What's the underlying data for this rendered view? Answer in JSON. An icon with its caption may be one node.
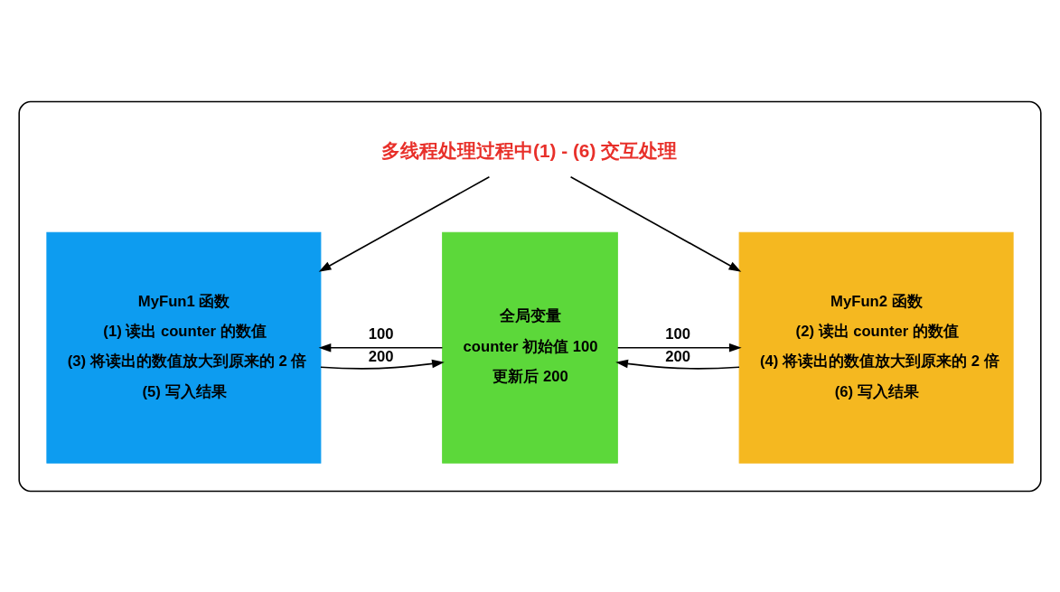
{
  "diagram": {
    "nodes": [
      {
        "text": [],
        "shape": "box"
      },
      {
        "text": [
          "多线程处理过程中(1) - (6) 交互处理"
        ],
        "in": 0
      },
      {
        "text": [
          "MyFun1 函数",
          "(1) 读出 counter 的数值",
          "(3) 将读出的数值放大到原来的 2 倍",
          "(5) 写入结果"
        ],
        "in": 0
      },
      {
        "text": [
          "全局变量",
          "counter 初始值 100",
          "更新后 200"
        ],
        "in": 0
      },
      {
        "text": [
          "MyFun2 函数",
          "(2) 读出 counter 的数值",
          "(4) 将读出的数值放大到原来的 2 倍",
          "(6) 写入结果"
        ],
        "in": 0
      }
    ],
    "edges": [
      {
        "from": 1,
        "to": 2,
        "arrow": "to"
      },
      {
        "from": 1,
        "to": 4,
        "arrow": "to"
      },
      {
        "from": 3,
        "to": 2,
        "arrow": "to",
        "label": "100"
      },
      {
        "from": 2,
        "to": 3,
        "arrow": "to",
        "label": "200"
      },
      {
        "from": 3,
        "to": 4,
        "arrow": "to",
        "label": "100"
      },
      {
        "from": 4,
        "to": 3,
        "arrow": "to",
        "label": "200"
      }
    ]
  }
}
